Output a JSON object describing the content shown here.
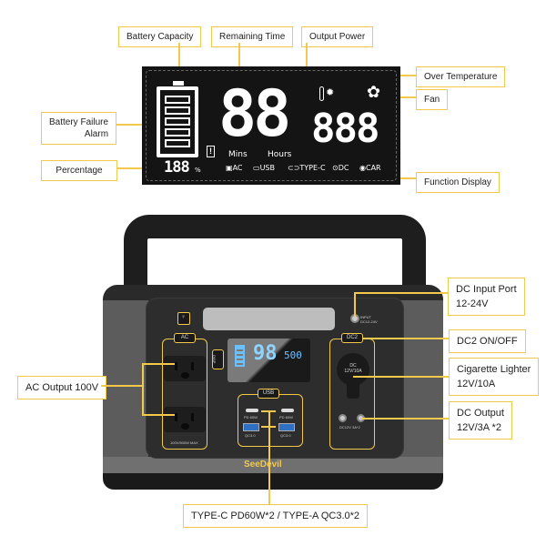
{
  "lcd_callouts": {
    "battery_capacity": "Battery Capacity",
    "remaining_time": "Remaining Time",
    "output_power": "Output Power",
    "over_temperature": "Over Temperature",
    "fan": "Fan",
    "battery_failure_alarm_line1": "Battery Failure",
    "battery_failure_alarm_line2": "Alarm",
    "percentage": "Percentage",
    "function_display": "Function Display"
  },
  "lcd": {
    "time_digits": "88",
    "time_label_mins": "Mins",
    "time_label_hours": "Hours",
    "power_digits": "888",
    "percent_digits": "188",
    "percent_symbol": "%",
    "alarm_symbol": "!",
    "functions": [
      "AC",
      "USB",
      "TYPE-C",
      "DC",
      "CAR"
    ],
    "icons": [
      "thermometer-icon",
      "sun-icon",
      "fan-icon",
      "battery-icon"
    ]
  },
  "device_callouts": {
    "dc_input_port_line1": "DC Input Port",
    "dc_input_port_line2": "12-24V",
    "dc2_onoff": "DC2 ON/OFF",
    "cigarette_lighter_line1": "Cigarette Lighter",
    "cigarette_lighter_line2": "12V/10A",
    "dc_output_line1": "DC Output",
    "dc_output_line2": "12V/3A *2",
    "ac_output": "AC Output 100V",
    "usb_ports": "TYPE-C PD60W*2 / TYPE-A  QC3.0*2"
  },
  "device": {
    "brand": "SeeDevil",
    "ac_tag": "AC",
    "dc2_tag": "DC2",
    "usb_tag": "USB",
    "disp_tag": "DISP",
    "ac_rating": "100V/500W MAX",
    "input_label_line1": "INPUT",
    "input_label_line2": "DC12-24V",
    "car_socket_line1": "DC",
    "car_socket_line2": "12V/10A",
    "dc_ports_label": "DC12V 3A*2",
    "pd_label": "PD 60W",
    "qc_label": "QC3.0",
    "screen_percent": "98",
    "screen_power": "500",
    "accent_color": "#f2c94c"
  }
}
